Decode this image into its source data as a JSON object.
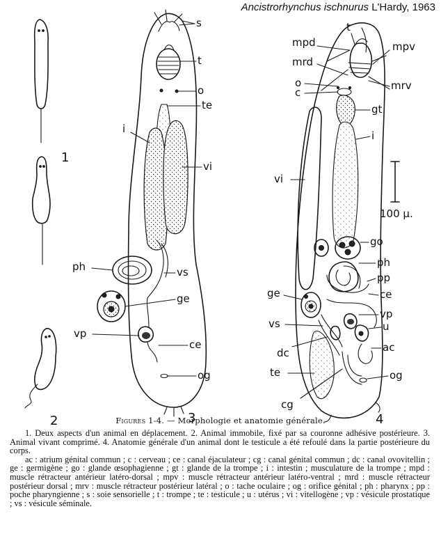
{
  "header": {
    "species": "Ancistrorhynchus ischnurus",
    "author": "L'Hardy, 1963"
  },
  "figure_numbers": {
    "f1": "1",
    "f2": "2",
    "f3": "3",
    "f4": "4"
  },
  "scale_bar": {
    "label": "100 µ."
  },
  "fig3_labels": {
    "s": "s",
    "t": "t",
    "o": "o",
    "te": "te",
    "i": "i",
    "vi": "vi",
    "ph": "ph",
    "vs": "vs",
    "ge": "ge",
    "vp": "vp",
    "ce": "ce",
    "og": "og"
  },
  "fig4_labels": {
    "t": "t",
    "mpd": "mpd",
    "mpv": "mpv",
    "mrd": "mrd",
    "mrv": "mrv",
    "o": "o",
    "c": "c",
    "gt": "gt",
    "i": "i",
    "vi": "vi",
    "go": "go",
    "ph": "ph",
    "pp": "pp",
    "ge": "ge",
    "ce": "ce",
    "vp": "vp",
    "vs": "vs",
    "u": "u",
    "dc": "dc",
    "ac": "ac",
    "te": "te",
    "og": "og",
    "cg": "cg"
  },
  "caption": {
    "title_prefix": "Figures 1-4.",
    "title_rest": " — Morphologie et anatomie générale.",
    "para1": "1. Deux aspects d'un animal en déplacement. 2. Animal immobile, fixé par sa couronne adhésive postérieure. 3. Animal vivant comprimé. 4. Anatomie générale d'un animal dont le testicule a été refoulé dans la partie postérieure du corps.",
    "para2": "ac : atrium génital commun ; c : cerveau ; ce : canal éjaculateur ; cg : canal génital commun ; dc : canal ovovitellin ; ge : germigène ; go : glande œsophagienne ; gt : glande de la trompe ; i : intestin ; musculature de la trompe ; mpd : muscle rétracteur antérieur latéro-dorsal ; mpv : muscle rétracteur antérieur latéro-ventral ; mrd : muscle rétracteur postérieur dorsal ; mrv : muscle rétracteur postérieur latéral ; o : tache oculaire ; og : orifice génital ; ph : pharynx ; pp : poche pharyngienne ; s : soie sensorielle ; t : trompe ; te : testicule ; u : utérus ; vi : vitellogène ; vp : vésicule prostatique ; vs : vésicule séminale."
  }
}
